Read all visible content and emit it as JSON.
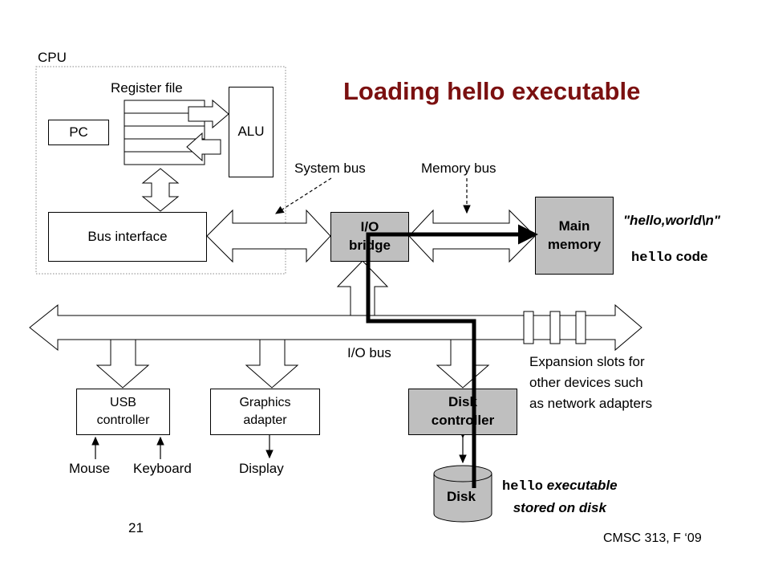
{
  "title": "Loading hello executable",
  "cpu": {
    "label": "CPU",
    "register_file": "Register file",
    "pc": "PC",
    "alu": "ALU",
    "bus_interface": "Bus interface"
  },
  "buses": {
    "system_bus": "System bus",
    "memory_bus": "Memory bus",
    "io_bus": "I/O bus"
  },
  "io_bridge": {
    "line1": "I/O",
    "line2": "bridge"
  },
  "main_memory": {
    "line1": "Main",
    "line2": "memory"
  },
  "memory_contents": {
    "string": "\"hello,world\\n\"",
    "code_mono": "hello",
    "code_text": " code"
  },
  "controllers": {
    "usb": {
      "line1": "USB",
      "line2": "controller"
    },
    "graphics": {
      "line1": "Graphics",
      "line2": "adapter"
    },
    "disk": {
      "line1": "Disk",
      "line2": "controller"
    }
  },
  "expansion": {
    "line1": "Expansion slots for",
    "line2": "other devices such",
    "line3": "as network adapters"
  },
  "devices": {
    "mouse": "Mouse",
    "keyboard": "Keyboard",
    "display": "Display",
    "disk": "Disk"
  },
  "disk_note": {
    "mono": "hello",
    "text1": " executable",
    "line2": "stored on disk"
  },
  "footer": {
    "slide_number": "21",
    "course": "CMSC 313, F ‘09"
  }
}
